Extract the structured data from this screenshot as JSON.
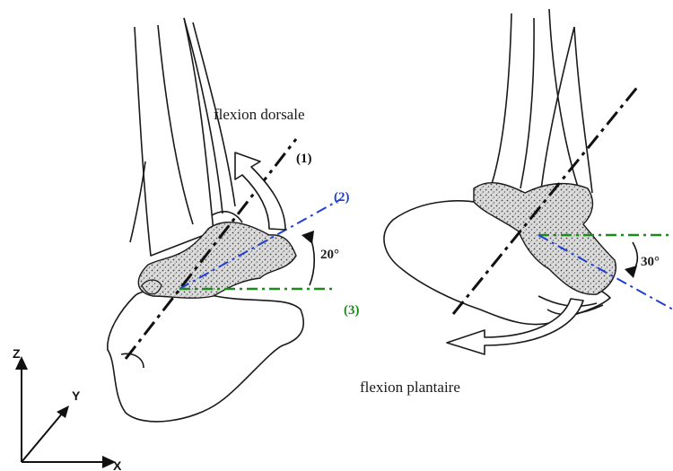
{
  "labels": {
    "flexion_dorsale": "flexion dorsale",
    "flexion_plantaire": "flexion plantaire",
    "axis_1": "(1)",
    "axis_2": "(2)",
    "axis_3": "(3)",
    "angle_left": "20°",
    "angle_right": "30°"
  },
  "axes": {
    "z": "Z",
    "y": "Y",
    "x": "X"
  },
  "colors": {
    "axis_1": "#111111",
    "axis_2": "#1f3fd6",
    "axis_3": "#1d8a1d",
    "ink": "#1a1a1a"
  }
}
